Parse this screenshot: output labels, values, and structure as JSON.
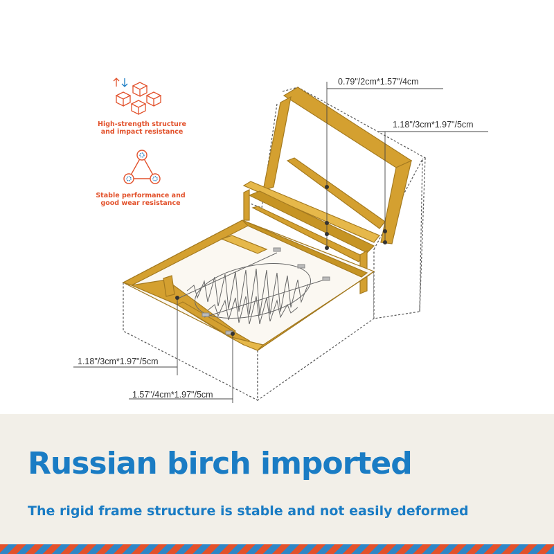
{
  "features": [
    {
      "icon": "cubes-icon",
      "line1": "High-strength structure",
      "line2": "and impact resistance"
    },
    {
      "icon": "triangle-network-icon",
      "line1": "Stable performance and",
      "line2": "good wear resistance"
    }
  ],
  "dimensions": {
    "top_back": "0.79\"/2cm*1.57\"/4cm",
    "back_right": "1.18\"/3cm*1.97\"/5cm",
    "seat_left": "1.18\"/3cm*1.97\"/5cm",
    "seat_front": "1.57\"/4cm*1.97\"/5cm"
  },
  "banner": {
    "title": "Russian birch imported",
    "subtitle": "The rigid frame structure is stable and not easily deformed"
  },
  "colors": {
    "accent_blue": "#1a7cc4",
    "accent_red": "#e2512b",
    "wood": "#d4a030",
    "wood_dark": "#a47a20",
    "banner_bg": "#f2efe8"
  }
}
